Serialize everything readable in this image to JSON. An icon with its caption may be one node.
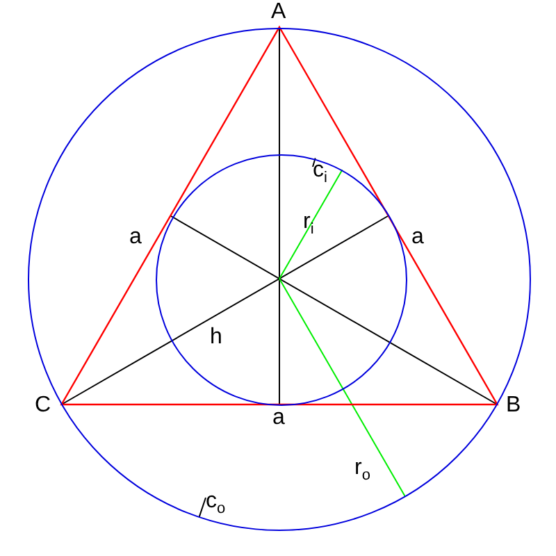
{
  "diagram": {
    "nodes": [
      {
        "text": [],
        "shape": "circle"
      },
      {
        "text": [],
        "shape": "circle",
        "in": 0
      },
      {
        "text": [
          "c$_{i}$"
        ],
        "in": 1
      },
      {
        "text": [
          "c$_{o}$"
        ],
        "in": 0
      }
    ],
    "edges": [
      {
        "from": 2,
        "to": 1,
        "arrow": "none"
      },
      {
        "from": 3,
        "to": 0,
        "arrow": "none"
      }
    ],
    "labels": [
      "A",
      "r$_{i}$",
      "a",
      "a",
      "h",
      "C",
      "a",
      "B",
      "r$_{o}$"
    ]
  }
}
